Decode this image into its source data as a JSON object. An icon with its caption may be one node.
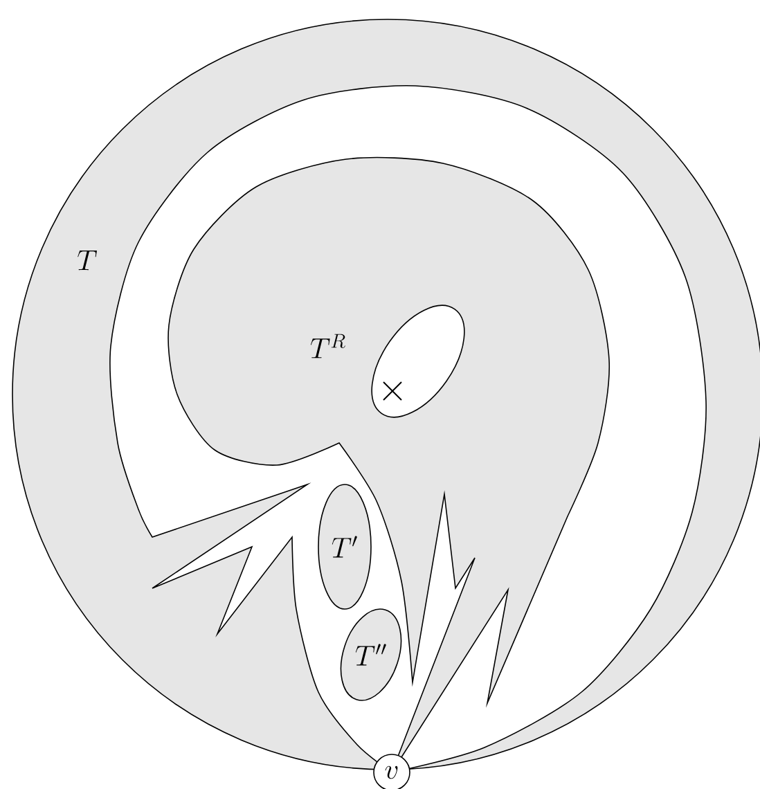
{
  "diagram": {
    "nodes": [
      {
        "text": [
          "T"
        ]
      },
      {
        "text": [
          "T^R"
        ],
        "in": 0
      },
      {
        "text": [],
        "shape": "ellipse",
        "in": 1
      },
      {
        "text": [
          "T'"
        ],
        "in": 0
      },
      {
        "text": [
          "T''"
        ],
        "in": 0
      },
      {
        "text": [
          "v"
        ]
      }
    ]
  }
}
